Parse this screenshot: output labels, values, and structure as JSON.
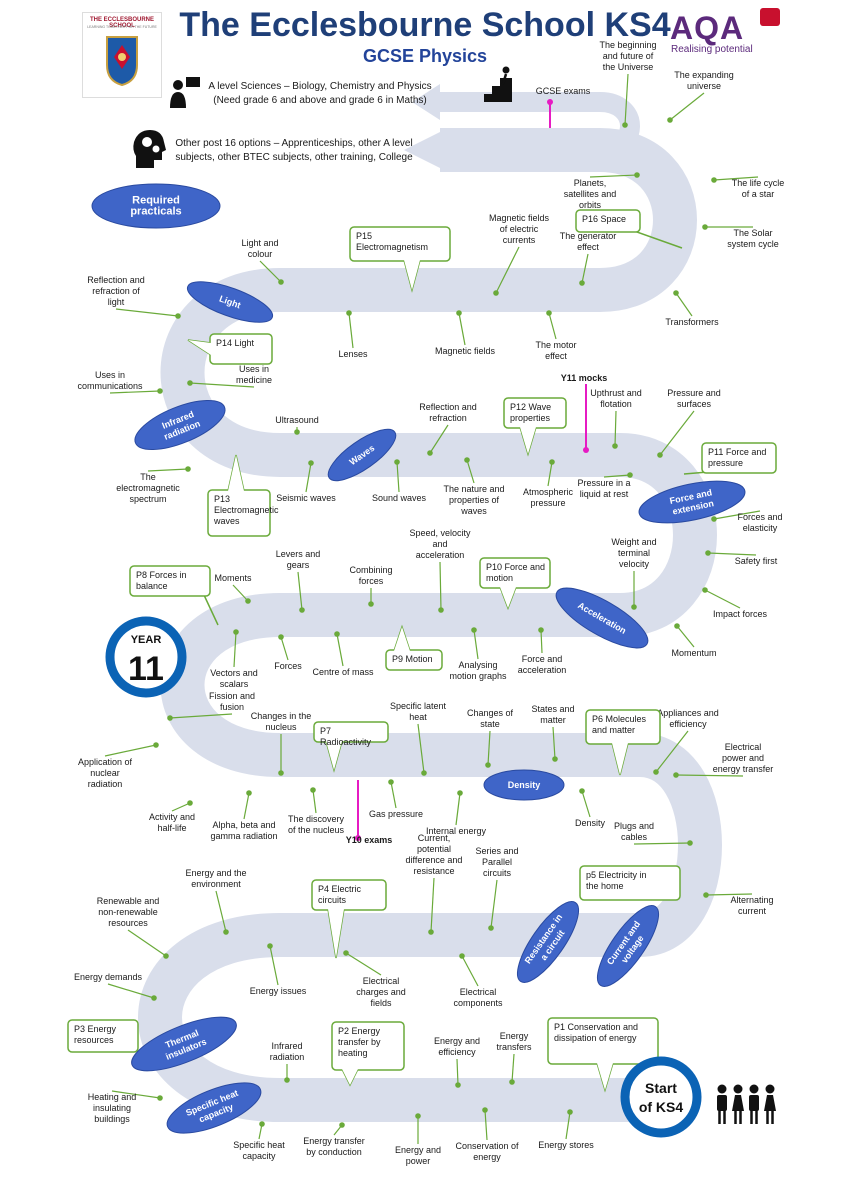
{
  "header": {
    "title": "The Ecclesbourne School KS4",
    "subtitle": "GCSE Physics",
    "school_logo_text": "THE ECCLESBOURNE SCHOOL",
    "school_logo_sub": "LEARNING TOGETHER FOR THE FUTURE",
    "aqa_word": "AQA",
    "aqa_tagline": "Realising potential"
  },
  "post16": {
    "alevel_line1": "A level Sciences – Biology, Chemistry and Physics",
    "alevel_line2": "(Need grade 6 and above and grade 6 in Maths)",
    "other_line1": "Other post 16 options – Apprenticeships, other A level",
    "other_line2": "subjects, other BTEC subjects, other training, College"
  },
  "markers": {
    "gcse_exams": "GCSE exams",
    "y11_mocks": "Y11 mocks",
    "y10_exams": "Y10 exams",
    "year_word": "YEAR",
    "year_num": "11",
    "start_line1": "Start",
    "start_line2": "of KS4"
  },
  "units": [
    {
      "id": "p1",
      "text": "P1 Conservation and dissipation of energy"
    },
    {
      "id": "p2",
      "text": "P2 Energy transfer by heating"
    },
    {
      "id": "p3",
      "text": "P3 Energy resources"
    },
    {
      "id": "p4",
      "text": "P4 Electric circuits"
    },
    {
      "id": "p5",
      "text": "p5 Electricity in the home"
    },
    {
      "id": "p6",
      "text": "P6 Molecules and matter"
    },
    {
      "id": "p7",
      "text": "P7 Radioactivity"
    },
    {
      "id": "p8",
      "text": "P8 Forces in balance"
    },
    {
      "id": "p9",
      "text": "P9 Motion"
    },
    {
      "id": "p10",
      "text": "P10 Force and motion"
    },
    {
      "id": "p11",
      "text": "P11 Force and pressure"
    },
    {
      "id": "p12",
      "text": "P12 Wave properties"
    },
    {
      "id": "p13",
      "text": "P13 Electromagnetic waves"
    },
    {
      "id": "p14",
      "text": "P14 Light"
    },
    {
      "id": "p15",
      "text": "P15 Electromagnetism"
    },
    {
      "id": "p16",
      "text": "P16 Space"
    }
  ],
  "practicals": [
    {
      "id": "req",
      "text": "Required practicals",
      "color": "#3f65c8"
    },
    {
      "id": "light",
      "text": "Light",
      "color": "#3f65c8"
    },
    {
      "id": "infrared",
      "text": "Infrared radiation",
      "color": "#3f65c8"
    },
    {
      "id": "waves",
      "text": "Waves",
      "color": "#3f65c8"
    },
    {
      "id": "force_ext",
      "text": "Force and extension",
      "color": "#3f65c8"
    },
    {
      "id": "accel",
      "text": "Acceleration",
      "color": "#3f65c8"
    },
    {
      "id": "density",
      "text": "Density",
      "color": "#3f65c8"
    },
    {
      "id": "resist",
      "text": "Resistance in a circuit",
      "color": "#3f65c8"
    },
    {
      "id": "current",
      "text": "Current and voltage",
      "color": "#3f65c8"
    },
    {
      "id": "thermal",
      "text": "Thermal insulators",
      "color": "#3f65c8"
    },
    {
      "id": "shc",
      "text": "Specific heat capacity",
      "color": "#3f65c8"
    }
  ],
  "topics": [
    {
      "id": "t_shc",
      "text": "Specific heat capacity"
    },
    {
      "id": "t_conduction",
      "text": "Energy transfer by conduction"
    },
    {
      "id": "t_energy_power",
      "text": "Energy and power"
    },
    {
      "id": "t_conservation",
      "text": "Conservation of energy"
    },
    {
      "id": "t_stores",
      "text": "Energy stores"
    },
    {
      "id": "t_heating_buildings",
      "text": "Heating and insulating buildings"
    },
    {
      "id": "t_infrared",
      "text": "Infrared radiation"
    },
    {
      "id": "t_efficiency",
      "text": "Energy and efficiency"
    },
    {
      "id": "t_transfers",
      "text": "Energy transfers"
    },
    {
      "id": "t_demands",
      "text": "Energy demands"
    },
    {
      "id": "t_renewable",
      "text": "Renewable and non-renewable resources"
    },
    {
      "id": "t_env",
      "text": "Energy and the environment"
    },
    {
      "id": "t_issues",
      "text": "Energy issues"
    },
    {
      "id": "t_charges",
      "text": "Electrical charges and fields"
    },
    {
      "id": "t_components",
      "text": "Electrical components"
    },
    {
      "id": "t_current_pd",
      "text": "Current, potential difference and resistance"
    },
    {
      "id": "t_series",
      "text": "Series and Parallel circuits"
    },
    {
      "id": "t_ac",
      "text": "Alternating current"
    },
    {
      "id": "t_plugs",
      "text": "Plugs and cables"
    },
    {
      "id": "t_power_transfer",
      "text": "Electrical power and energy transfer"
    },
    {
      "id": "t_appliances",
      "text": "Appliances and efficiency"
    },
    {
      "id": "t_density",
      "text": "Density"
    },
    {
      "id": "t_states",
      "text": "States and matter"
    },
    {
      "id": "t_changes_state",
      "text": "Changes of state"
    },
    {
      "id": "t_latent",
      "text": "Specific latent heat"
    },
    {
      "id": "t_internal",
      "text": "Internal energy"
    },
    {
      "id": "t_gas",
      "text": "Gas pressure"
    },
    {
      "id": "t_discovery",
      "text": "The discovery of the nucleus"
    },
    {
      "id": "t_nucleus",
      "text": "Changes in the nucleus"
    },
    {
      "id": "t_abg",
      "text": "Alpha, beta and gamma radiation"
    },
    {
      "id": "t_halflife",
      "text": "Activity and half-life"
    },
    {
      "id": "t_nuclear_app",
      "text": "Application of nuclear radiation"
    },
    {
      "id": "t_fission",
      "text": "Fission and fusion"
    },
    {
      "id": "t_vectors",
      "text": "Vectors and scalars"
    },
    {
      "id": "t_forces",
      "text": "Forces"
    },
    {
      "id": "t_centre_mass",
      "text": "Centre of mass"
    },
    {
      "id": "t_moments",
      "text": "Moments"
    },
    {
      "id": "t_levers",
      "text": "Levers and gears"
    },
    {
      "id": "t_combining",
      "text": "Combining forces"
    },
    {
      "id": "t_speed",
      "text": "Speed, velocity and acceleration"
    },
    {
      "id": "t_motion_graphs",
      "text": "Analysing motion graphs"
    },
    {
      "id": "t_force_acc",
      "text": "Force and acceleration"
    },
    {
      "id": "t_weight",
      "text": "Weight and terminal velocity"
    },
    {
      "id": "t_momentum",
      "text": "Momentum"
    },
    {
      "id": "t_impact",
      "text": "Impact forces"
    },
    {
      "id": "t_safety",
      "text": "Safety first"
    },
    {
      "id": "t_forces_elasticity",
      "text": "Forces and elasticity"
    },
    {
      "id": "t_pressure_surfaces",
      "text": "Pressure and surfaces"
    },
    {
      "id": "t_upthrust",
      "text": "Upthrust and flotation"
    },
    {
      "id": "t_pressure_liquid",
      "text": "Pressure in a liquid at rest"
    },
    {
      "id": "t_atmos",
      "text": "Atmospheric pressure"
    },
    {
      "id": "t_reflection_refraction",
      "text": "Reflection and refraction"
    },
    {
      "id": "t_nature_waves",
      "text": "The nature and properties of waves"
    },
    {
      "id": "t_sound",
      "text": "Sound waves"
    },
    {
      "id": "t_seismic",
      "text": "Seismic waves"
    },
    {
      "id": "t_ultrasound",
      "text": "Ultrasound"
    },
    {
      "id": "t_em_spectrum",
      "text": "The electromagnetic spectrum"
    },
    {
      "id": "t_comms",
      "text": "Uses in communications"
    },
    {
      "id": "t_medicine",
      "text": "Uses in medicine"
    },
    {
      "id": "t_refl_light",
      "text": "Reflection and refraction of light"
    },
    {
      "id": "t_light_colour",
      "text": "Light and colour"
    },
    {
      "id": "t_lenses",
      "text": "Lenses"
    },
    {
      "id": "t_mag_fields",
      "text": "Magnetic fields"
    },
    {
      "id": "t_motor",
      "text": "The motor effect"
    },
    {
      "id": "t_transformers",
      "text": "Transformers"
    },
    {
      "id": "t_generator",
      "text": "The generator effect"
    },
    {
      "id": "t_mag_currents",
      "text": "Magnetic fields of electric currents"
    },
    {
      "id": "t_solar",
      "text": "The Solar system cycle"
    },
    {
      "id": "t_star",
      "text": "The life cycle of a star"
    },
    {
      "id": "t_planets",
      "text": "Planets, satellites and orbits"
    },
    {
      "id": "t_expanding",
      "text": "The expanding universe"
    },
    {
      "id": "t_beginning",
      "text": "The beginning and future of the Universe"
    }
  ],
  "colors": {
    "road": "#d9deeb",
    "unit_border": "#6aaa3a",
    "topic_line": "#6aaa3a",
    "practical_fill": "#3f65c8",
    "marker": "#e61bc3",
    "ring": "#0b63b5",
    "title": "#1f3f78"
  },
  "icons": [
    "teacher-icon",
    "stairs-climber-icon",
    "head-gears-icon",
    "people-icon"
  ]
}
